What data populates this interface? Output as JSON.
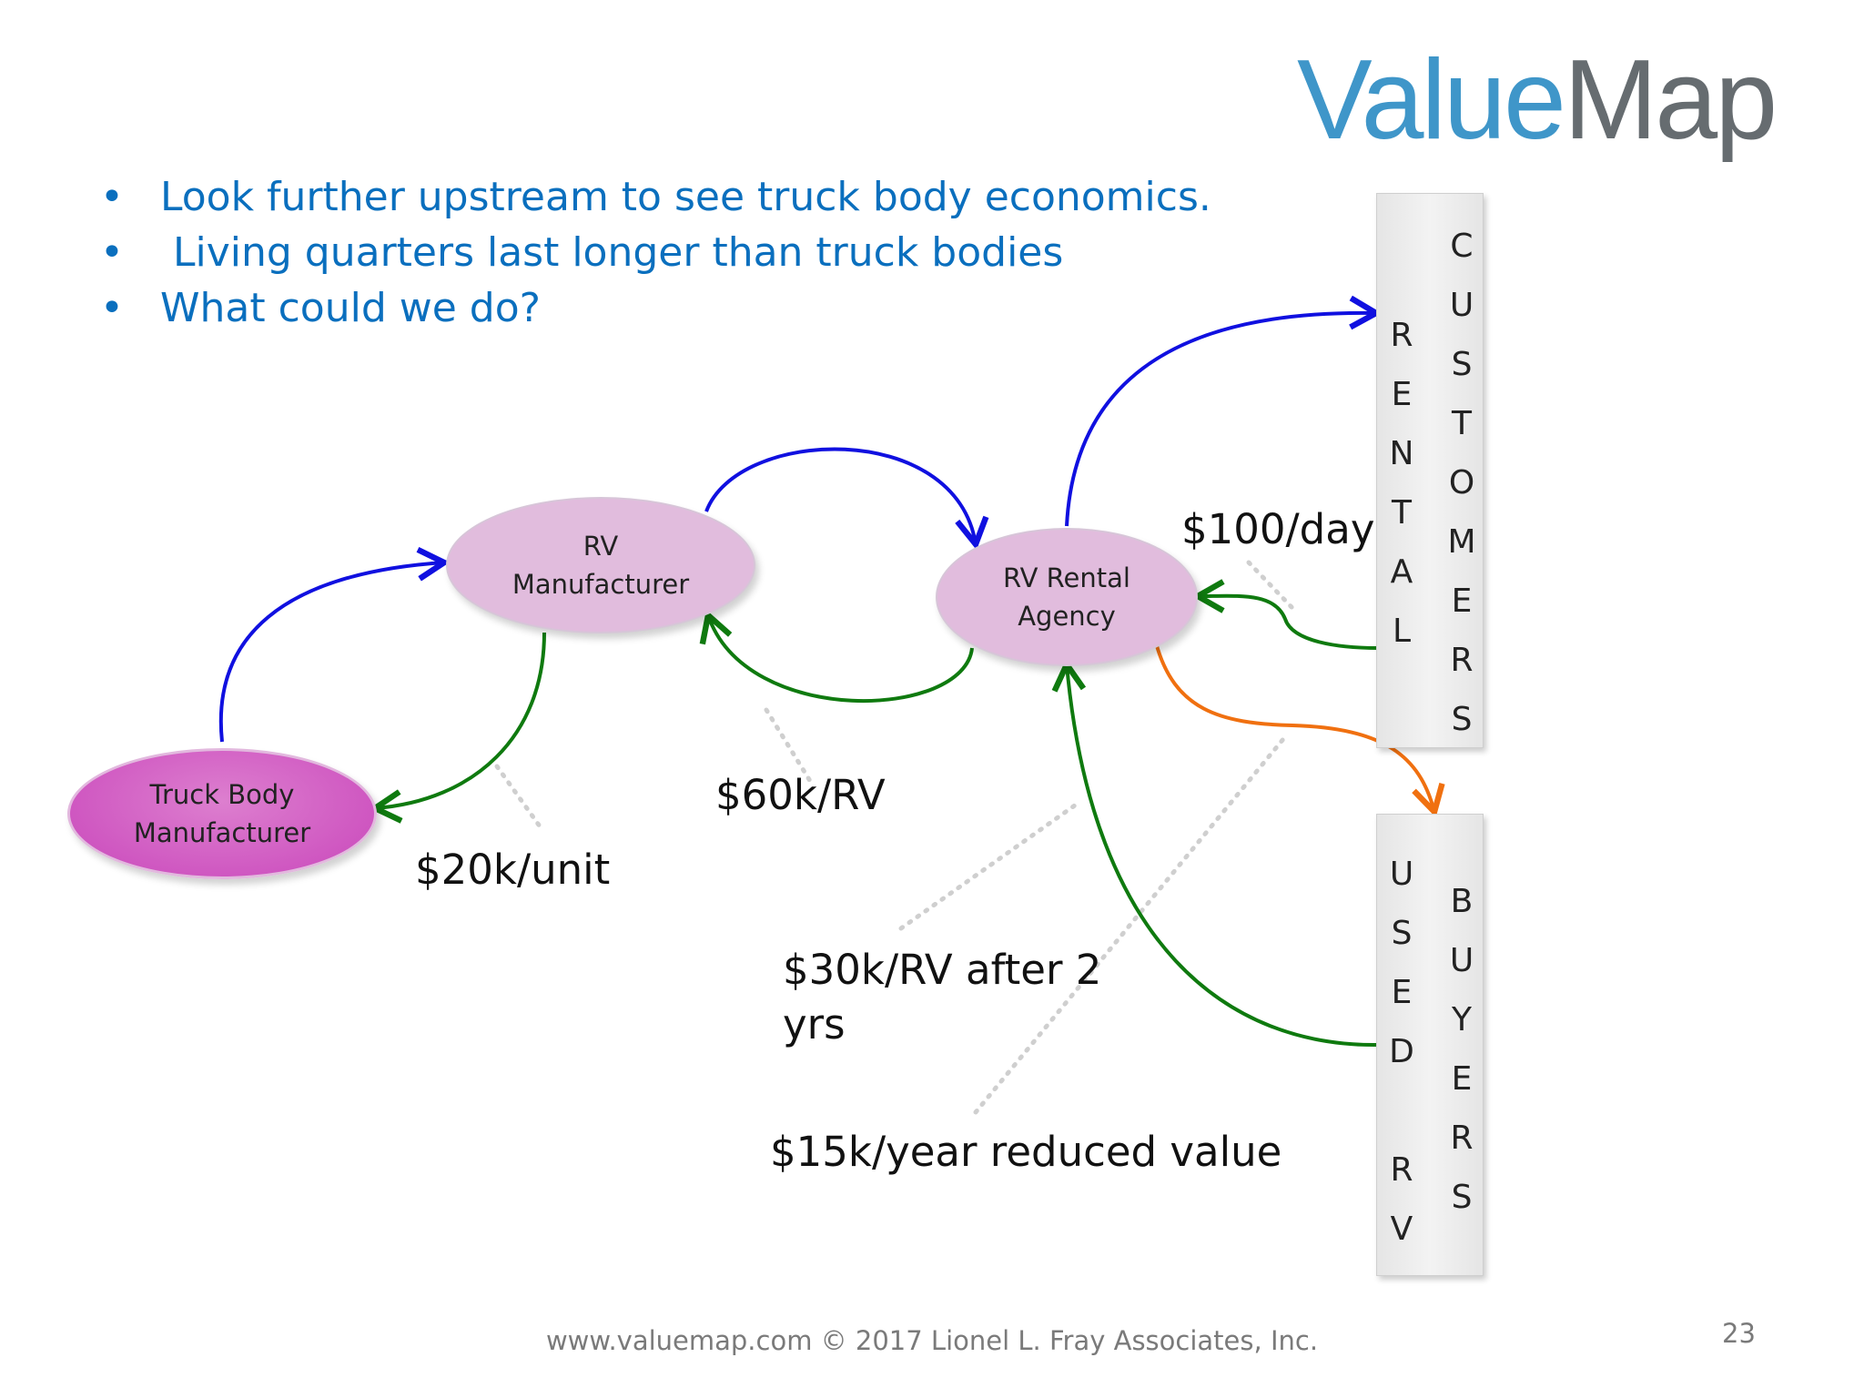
{
  "logo": {
    "part1": "Value",
    "part2": "Map"
  },
  "bullets": [
    {
      "marker": "•",
      "text": "Look further upstream to see truck body economics."
    },
    {
      "marker": "•",
      "text": " Living quarters last longer than truck bodies"
    },
    {
      "marker": "•",
      "text": "What could we do?"
    }
  ],
  "nodes": {
    "truck_body": "Truck Body\nManufacturer",
    "rv_manufacturer": "RV\nManufacturer",
    "rv_rental": "RV Rental\nAgency"
  },
  "rental_customers": {
    "left": [
      "R",
      "E",
      "N",
      "T",
      "A",
      "L"
    ],
    "right": [
      "C",
      "U",
      "S",
      "T",
      "O",
      "M",
      "E",
      "R",
      "S"
    ]
  },
  "used_rv_buyers": {
    "left": [
      "U",
      "S",
      "E",
      "D",
      "",
      "R",
      "V"
    ],
    "right": [
      "B",
      "U",
      "Y",
      "E",
      "R",
      "S"
    ]
  },
  "labels": {
    "unit_price": "$20k/unit",
    "rv_price": "$60k/RV",
    "day_rate": "$100/day",
    "resale_line1": "$30k/RV after 2",
    "resale_line2": "yrs",
    "reduced_value": "$15k/year reduced value"
  },
  "colors": {
    "flow_goods": "#1010e0",
    "flow_money": "#0f7a0f",
    "flow_resale": "#f07010",
    "bullet_text": "#0a6fbe"
  },
  "footer": "www.valuemap.com © 2017 Lionel L. Fray Associates, Inc.",
  "page_number": "23"
}
